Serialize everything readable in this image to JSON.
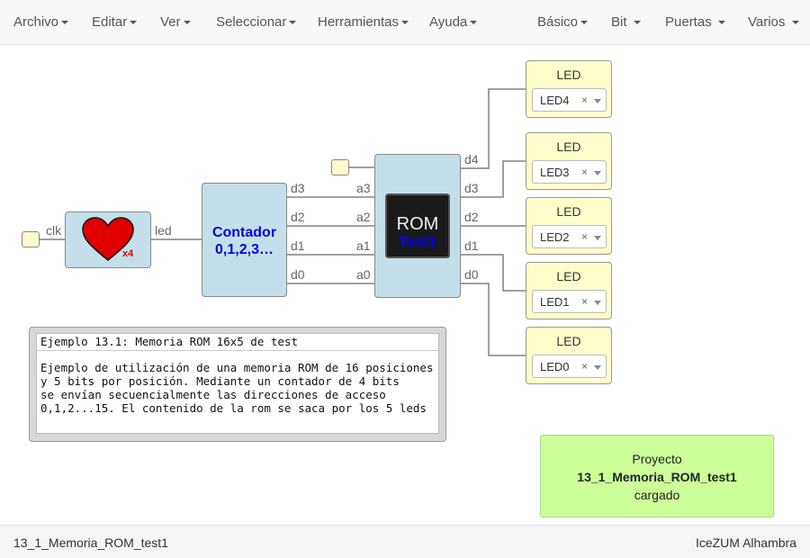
{
  "menu_left": [
    "Archivo",
    "Editar",
    "Ver",
    "Seleccionar",
    "Herramientas",
    "Ayuda"
  ],
  "menu_right": [
    "Básico",
    "Bit",
    "Puertas",
    "Varios"
  ],
  "blocks": {
    "clock_input_label": "clk",
    "heart_badge": "x4",
    "heart_output_label": "led",
    "counter": {
      "line1": "Contador",
      "line2": "0,1,2,3…",
      "outputs": [
        "d3",
        "d2",
        "d1",
        "d0"
      ]
    },
    "rom": {
      "name": "ROM",
      "instance": "Test1",
      "inputs": [
        "a3",
        "a2",
        "a1",
        "a0"
      ],
      "outputs": [
        "d4",
        "d3",
        "d2",
        "d1",
        "d0"
      ]
    },
    "leds": [
      {
        "title": "LED",
        "pin": "LED4",
        "clear": "×"
      },
      {
        "title": "LED",
        "pin": "LED3",
        "clear": "×"
      },
      {
        "title": "LED",
        "pin": "LED2",
        "clear": "×"
      },
      {
        "title": "LED",
        "pin": "LED1",
        "clear": "×"
      },
      {
        "title": "LED",
        "pin": "LED0",
        "clear": "×"
      }
    ]
  },
  "comment": {
    "header": "Ejemplo 13.1: Memoria ROM 16x5 de test",
    "body": "Ejemplo de utilización de una memoria ROM de 16 posiciones\ny 5 bits por posición. Mediante un contador de 4 bits\nse envían secuencialmente las direcciones de acceso\n0,1,2...15. El contenido de la rom se saca por los 5 leds"
  },
  "notification": {
    "line1": "Proyecto",
    "line2": "13_1_Memoria_ROM_test1",
    "line3": "cargado"
  },
  "footer": {
    "project_name": "13_1_Memoria_ROM_test1",
    "board": "IceZUM Alhambra"
  },
  "colors": {
    "block_fill": "#c4dfe9",
    "led_fill": "#ffffcc",
    "input_fill": "#fffacd",
    "notify_fill": "#ccff99",
    "counter_text": "#0000e0",
    "heart": "#e00000"
  }
}
